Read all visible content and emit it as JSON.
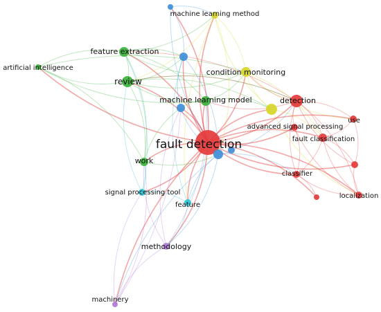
{
  "colors": {
    "red": "#e53b3b",
    "green": "#3bb23b",
    "blue": "#3f8fd8",
    "yellow": "#d6d62a",
    "cyan": "#2ec4d4",
    "purple": "#b07ad6"
  },
  "nodes": [
    {
      "id": "fault-detection",
      "label": "fault detection",
      "cluster": "red"
    },
    {
      "id": "detection",
      "label": "detection",
      "cluster": "red"
    },
    {
      "id": "use",
      "label": "use",
      "cluster": "red"
    },
    {
      "id": "advanced-signal-processing",
      "label": "advanced signal processing",
      "cluster": "red"
    },
    {
      "id": "fault-classification",
      "label": "fault classification",
      "cluster": "red"
    },
    {
      "id": "classifier",
      "label": "classifier",
      "cluster": "red"
    },
    {
      "id": "localization",
      "label": "localization",
      "cluster": "red"
    },
    {
      "id": "red-unlabeled-1",
      "label": "",
      "cluster": "red"
    },
    {
      "id": "red-unlabeled-2",
      "label": "",
      "cluster": "red"
    },
    {
      "id": "feature-extraction",
      "label": "feature extraction",
      "cluster": "green"
    },
    {
      "id": "artificial-intelligence",
      "label": "artificial intelligence",
      "cluster": "green"
    },
    {
      "id": "review",
      "label": "review",
      "cluster": "green"
    },
    {
      "id": "machine-learning-model",
      "label": "machine learning model",
      "cluster": "green"
    },
    {
      "id": "work",
      "label": "work",
      "cluster": "green"
    },
    {
      "id": "machine-learning-method",
      "label": "machine learning method",
      "cluster": "yellow"
    },
    {
      "id": "condition-monitoring",
      "label": "condition monitoring",
      "cluster": "yellow"
    },
    {
      "id": "yellow-unlabeled-1",
      "label": "",
      "cluster": "yellow"
    },
    {
      "id": "blue-unlabeled-1",
      "label": "",
      "cluster": "blue"
    },
    {
      "id": "blue-unlabeled-2",
      "label": "",
      "cluster": "blue"
    },
    {
      "id": "blue-unlabeled-3",
      "label": "",
      "cluster": "blue"
    },
    {
      "id": "blue-unlabeled-4",
      "label": "",
      "cluster": "blue"
    },
    {
      "id": "blue-unlabeled-5",
      "label": "",
      "cluster": "blue"
    },
    {
      "id": "signal-processing-tool",
      "label": "signal processing tool",
      "cluster": "cyan"
    },
    {
      "id": "feature",
      "label": "feature",
      "cluster": "cyan"
    },
    {
      "id": "methodology",
      "label": "methodology",
      "cluster": "purple"
    },
    {
      "id": "machinery",
      "label": "machinery",
      "cluster": "purple"
    }
  ]
}
